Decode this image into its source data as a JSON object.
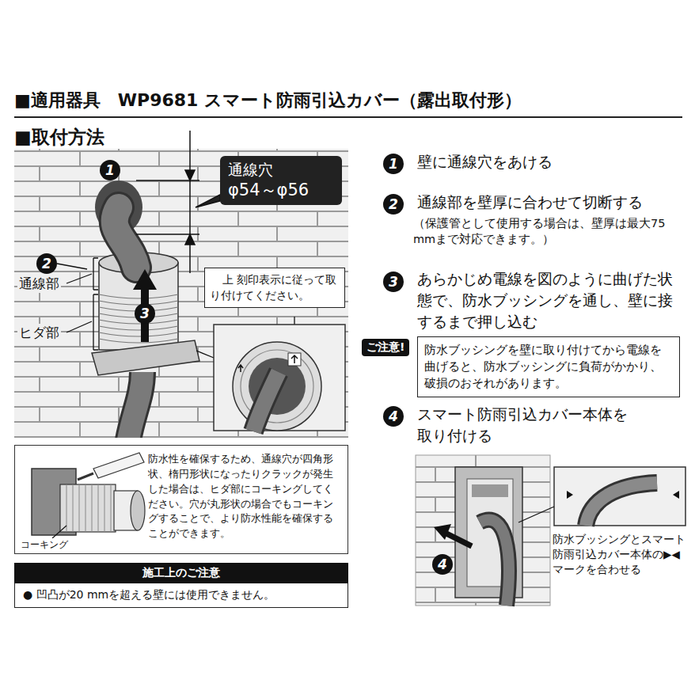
{
  "diagram": {
    "title": "■適用器具　WP9681 スマート防雨引込カバー（露出取付形）",
    "nodes": [
      {
        "text": [
          "通線穴",
          "φ54～φ56"
        ]
      },
      {
        "text": [
          "上 刻印表示に従って取り付けてください。"
        ]
      },
      {
        "text": [
          "防水性を確保するため、通線穴が四角形状、楕円形状になったりクラックが発生した場合は、ヒダ部にコーキングしてください。穴が丸形状の場合でもコーキングすることで、より防水性能を確保することができます。"
        ]
      },
      {
        "text": [
          "施工上のご注意",
          "● 凹凸が20 mmを超える壁には使用できません。"
        ]
      },
      {
        "text": [
          "ご注意!"
        ]
      },
      {
        "text": [
          "防水ブッシングを壁に取り付けてから電線を曲げると、防水ブッシングに負荷がかかり、破損のおそれがあります。"
        ]
      }
    ],
    "labels": [
      "■取付方法",
      "1",
      "2",
      "通線部",
      "ヒダ部",
      "3",
      "コーキング",
      "1",
      "壁に通線穴をあける",
      "2",
      "通線部を壁厚に合わせて切断する",
      "（保護管として使用する場合は、壁厚は最大75 mmまで対応できます。）",
      "3",
      "あらかじめ電線を図のように曲げた状態で、防水ブッシングを通し、壁に接するまで押し込む",
      "4",
      "スマート防雨引込カバー本体を取り付ける",
      "4",
      "防水ブッシングとスマート防雨引込カバー本体の▶◀ マークを合わせる"
    ]
  }
}
